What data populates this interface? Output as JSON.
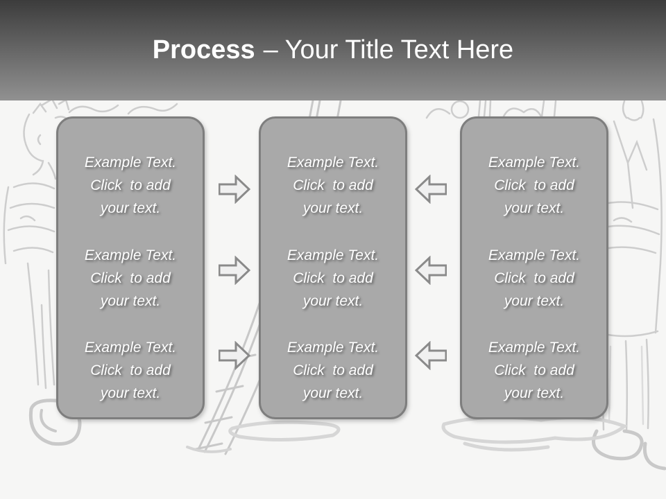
{
  "header": {
    "title_bold": "Process",
    "title_rest": "– Your Title Text Here"
  },
  "panels": [
    {
      "name": "left-process-panel",
      "blocks": [
        "Example Text.\nClick  to add\nyour text.",
        "Example Text.\nClick  to add\nyour text.",
        "Example Text.\nClick  to add\nyour text."
      ]
    },
    {
      "name": "middle-process-panel",
      "blocks": [
        "Example Text.\nClick  to add\nyour text.",
        "Example Text.\nClick  to add\nyour text.",
        "Example Text.\nClick  to add\nyour text."
      ]
    },
    {
      "name": "right-process-panel",
      "blocks": [
        "Example Text.\nClick  to add\nyour text.",
        "Example Text.\nClick  to add\nyour text.",
        "Example Text.\nClick  to add\nyour text."
      ]
    }
  ],
  "arrows": {
    "forward_column": {
      "direction": "right",
      "between": "left and middle panels",
      "count": 3
    },
    "backward_column": {
      "direction": "left",
      "between": "right and middle panels",
      "count": 3
    }
  },
  "colors": {
    "header_gradient_top": "#3c3c3c",
    "header_gradient_bottom": "#919191",
    "title_text": "#ffffff",
    "panel_fill": "#a9a9a9",
    "panel_border": "#7e7e7e",
    "panel_text": "#ffffff",
    "arrow_fill": "#f0f0f0",
    "arrow_stroke": "#8a8a8a",
    "background": "#f6f6f5",
    "sketch_line": "#cdcdcd"
  }
}
